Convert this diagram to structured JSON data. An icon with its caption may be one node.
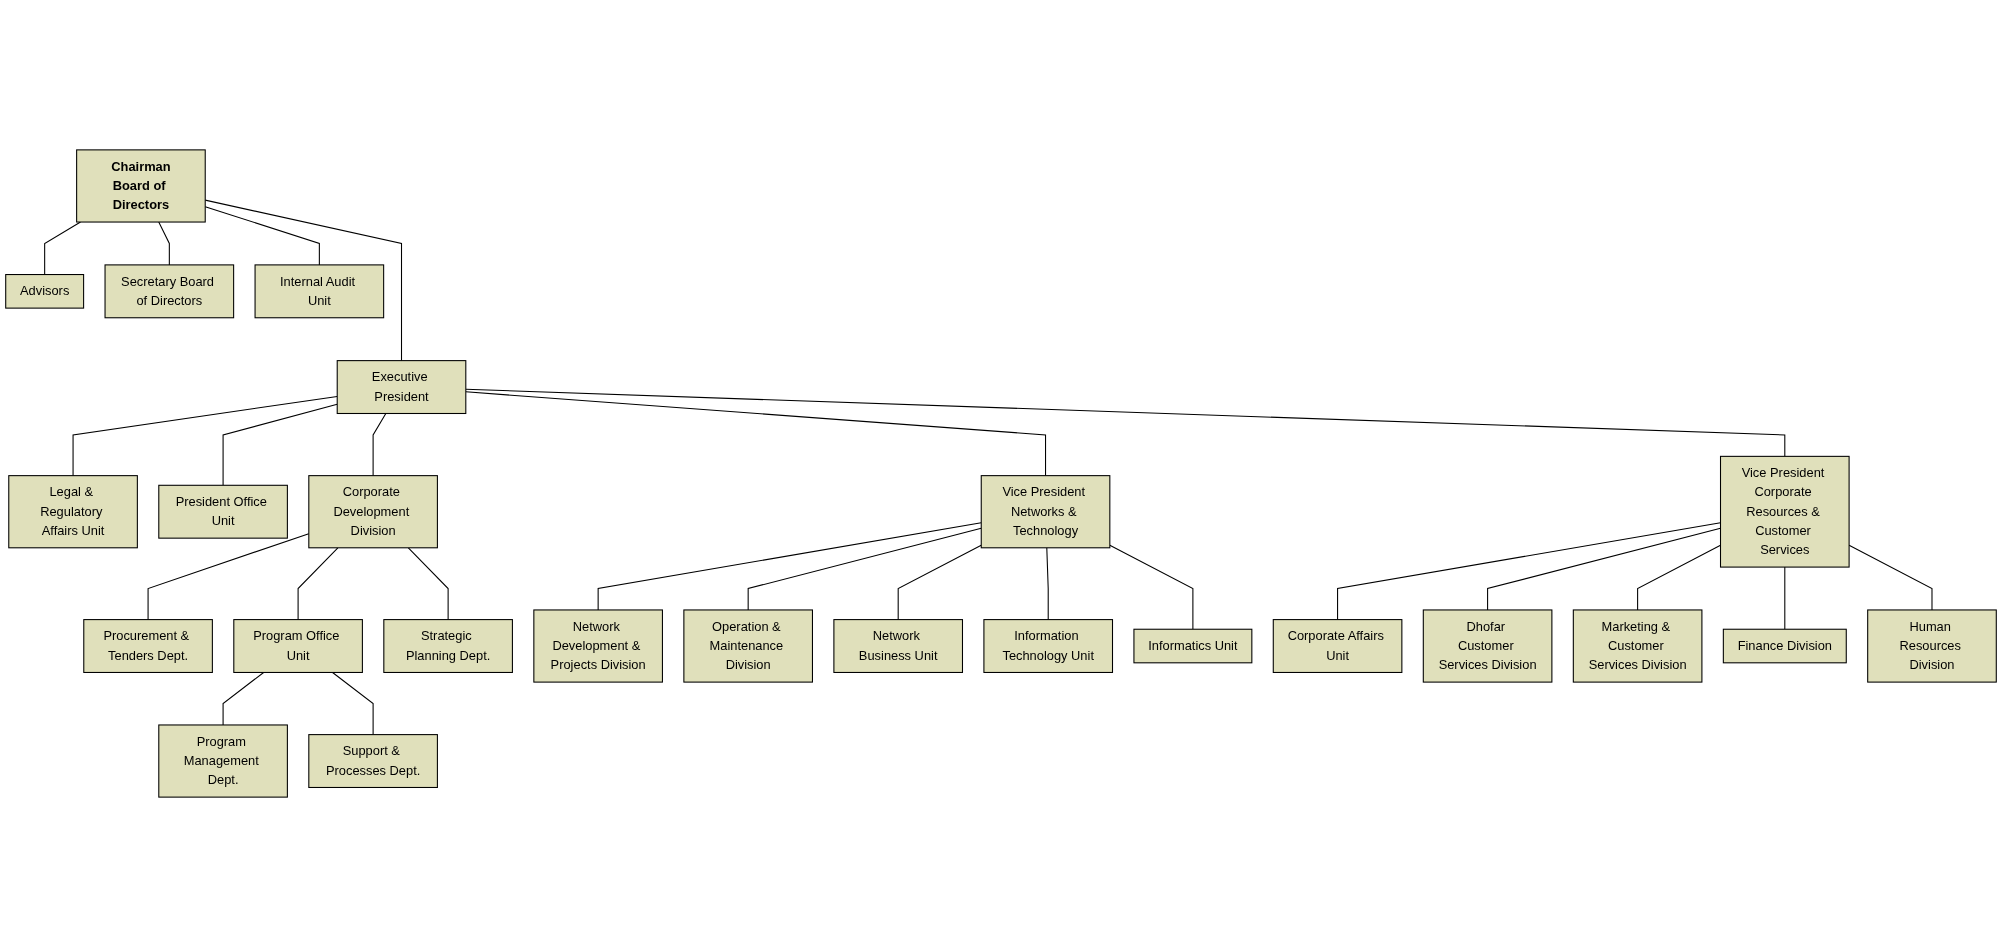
{
  "diagram": {
    "nodes": [
      {
        "text": [
          "Chairman",
          "Board of Directors"
        ]
      },
      {
        "text": [
          "Advisors"
        ]
      },
      {
        "text": [
          "Secretary Board of Directors"
        ]
      },
      {
        "text": [
          "Internal Audit Unit"
        ]
      },
      {
        "text": [
          "Executive President"
        ]
      },
      {
        "text": [
          "Legal & Regulatory Affairs Unit"
        ]
      },
      {
        "text": [
          "President Office Unit"
        ]
      },
      {
        "text": [
          "Corporate Development Division"
        ]
      },
      {
        "text": [
          "Procurement & Tenders Dept."
        ]
      },
      {
        "text": [
          "Program Office Unit"
        ]
      },
      {
        "text": [
          "Program Management Dept."
        ]
      },
      {
        "text": [
          "Support & Processes Dept."
        ]
      },
      {
        "text": [
          "Strategic Planning Dept."
        ]
      },
      {
        "text": [
          "Vice President Networks & Technology"
        ]
      },
      {
        "text": [
          "Vice President Corporate Resources & Customer Services"
        ]
      },
      {
        "text": [
          "Network Development & Projects Division"
        ]
      },
      {
        "text": [
          "Operation & Maintenance Division"
        ]
      },
      {
        "text": [
          "Network Business Unit"
        ]
      },
      {
        "text": [
          "Information Technology Unit"
        ]
      },
      {
        "text": [
          "Informatics Unit"
        ]
      },
      {
        "text": [
          "Corporate Affairs Unit"
        ]
      },
      {
        "text": [
          "Dhofar Customer Services Division"
        ]
      },
      {
        "text": [
          "Marketing & Customer Services Division"
        ]
      },
      {
        "text": [
          "Finance Division"
        ]
      },
      {
        "text": [
          "Human Resources Division"
        ]
      }
    ],
    "edges": [
      {
        "from": 0,
        "to": 1,
        "arrow": "none"
      },
      {
        "from": 0,
        "to": 2,
        "arrow": "none"
      },
      {
        "from": 0,
        "to": 3,
        "arrow": "none"
      },
      {
        "from": 0,
        "to": 4,
        "arrow": "none"
      },
      {
        "from": 4,
        "to": 5,
        "arrow": "none"
      },
      {
        "from": 4,
        "to": 6,
        "arrow": "none"
      },
      {
        "from": 4,
        "to": 7,
        "arrow": "none"
      },
      {
        "from": 7,
        "to": 8,
        "arrow": "none"
      },
      {
        "from": 7,
        "to": 9,
        "arrow": "none"
      },
      {
        "from": 7,
        "to": 12,
        "arrow": "none"
      },
      {
        "from": 9,
        "to": 10,
        "arrow": "none"
      },
      {
        "from": 9,
        "to": 11,
        "arrow": "none"
      },
      {
        "from": 4,
        "to": 13,
        "arrow": "none"
      },
      {
        "from": 4,
        "to": 14,
        "arrow": "none"
      },
      {
        "from": 13,
        "to": 15,
        "arrow": "none"
      },
      {
        "from": 13,
        "to": 16,
        "arrow": "none"
      },
      {
        "from": 13,
        "to": 17,
        "arrow": "none"
      },
      {
        "from": 13,
        "to": 18,
        "arrow": "none"
      },
      {
        "from": 13,
        "to": 19,
        "arrow": "none"
      },
      {
        "from": 14,
        "to": 20,
        "arrow": "none"
      },
      {
        "from": 14,
        "to": 21,
        "arrow": "none"
      },
      {
        "from": 14,
        "to": 22,
        "arrow": "none"
      },
      {
        "from": 14,
        "to": 23,
        "arrow": "none"
      },
      {
        "from": 14,
        "to": 24,
        "arrow": "none"
      }
    ]
  }
}
